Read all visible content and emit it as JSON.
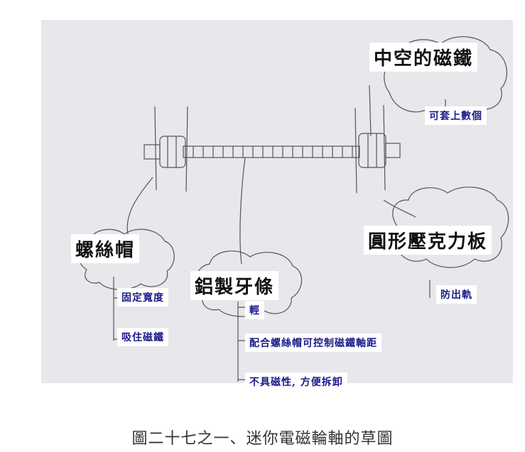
{
  "labels": {
    "hollow_magnet": "中空的磁鐵",
    "hollow_magnet_note": "可套上數個",
    "acrylic_plate": "圓形壓克力板",
    "acrylic_plate_note": "防出軌",
    "screw_cap": "螺絲帽",
    "screw_cap_note_1": "固定寬度",
    "screw_cap_note_2": "吸住磁鐵",
    "aluminum_rod": "鋁製牙條",
    "aluminum_rod_note_1": "輕",
    "aluminum_rod_note_2": "配合螺絲帽可控制磁鐵軸距",
    "aluminum_rod_note_3": "不具磁性, 方便拆卸"
  },
  "caption": "圖二十七之一、迷你電磁輪軸的草圖"
}
